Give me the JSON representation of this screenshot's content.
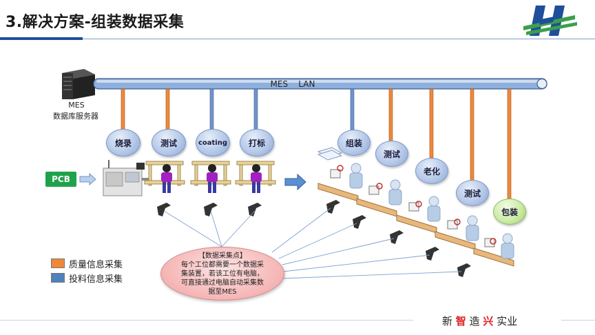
{
  "slide": {
    "title": "3.解决方案-组装数据采集",
    "footer": {
      "part1": "新",
      "part2": "智",
      "part3": "造",
      "part4": "兴",
      "part5": "实业"
    }
  },
  "network": {
    "bus_label": "MES    LAN",
    "server_label_1": "MES",
    "server_label_2": "数据库服务器"
  },
  "input": {
    "pcb_label": "PCB"
  },
  "stations_line1": [
    {
      "label": "烧录",
      "type": "quality"
    },
    {
      "label": "测试",
      "type": "quality"
    },
    {
      "label": "coating",
      "type": "material"
    },
    {
      "label": "打标",
      "type": "material"
    }
  ],
  "stations_line2": [
    {
      "label": "组装",
      "type": "material"
    },
    {
      "label": "测试",
      "type": "quality"
    },
    {
      "label": "老化",
      "type": "quality"
    },
    {
      "label": "测试",
      "type": "quality"
    },
    {
      "label": "包装",
      "type": "quality"
    }
  ],
  "legend": [
    {
      "label": "质量信息采集",
      "color": "#f0883a"
    },
    {
      "label": "投料信息采集",
      "color": "#4f81bd"
    }
  ],
  "callout": {
    "title": "【数据采集点】",
    "line1": "每个工位都需要一个数据采",
    "line2": "集装置，若该工位有电脑，",
    "line3": "可直接通过电脑自动采集数",
    "line4": "据至MES"
  },
  "colors": {
    "quality": "#f0883a",
    "material": "#6f95c9",
    "bus": "#8fb0dd",
    "accent": "#1f4e9c"
  }
}
